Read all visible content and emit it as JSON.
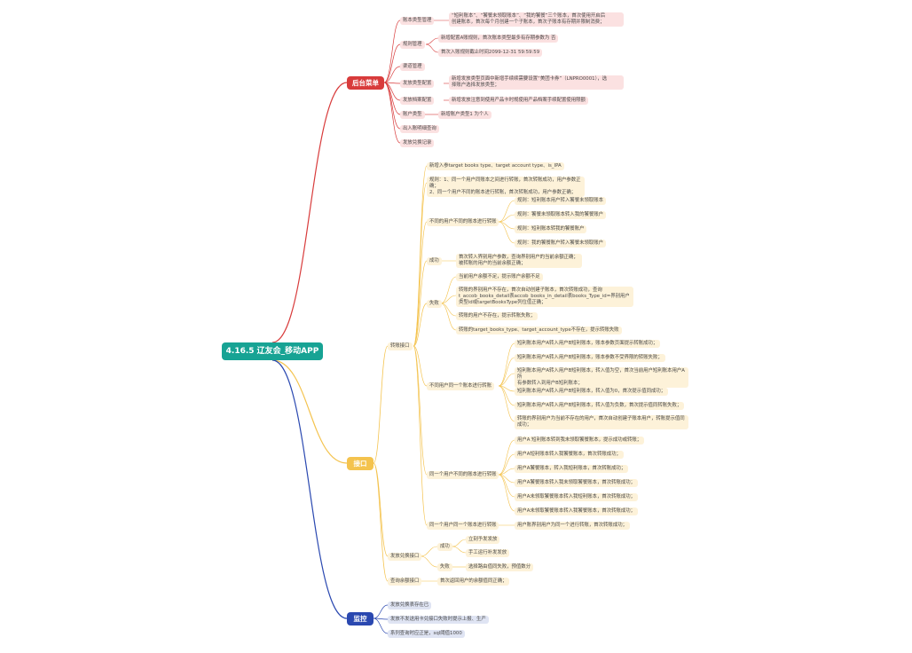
{
  "root": "4.16.5 辽友会_移动APP",
  "colors": {
    "backend": "#d83b3b",
    "api": "#f4c34e",
    "monitor": "#2a48b0",
    "root": "#17a394"
  },
  "backend": {
    "title": "后台菜单",
    "items": [
      {
        "label": "账本类型管理",
        "children": [
          "“短利账本”、“饕餮未领取账本”、“我的饕餮”三个账本，首次使用开启后",
          "创建账本，首次每个月创建一个子账本，首次子账本有存期并限制消费；"
        ]
      },
      {
        "label": "规则管理",
        "children": [
          "新增配置A账规则，首次账本类型最多有存期参数为 否",
          "首次入账规则截止时间2099-12-31 59:59:59"
        ]
      },
      {
        "label": "渠道管理",
        "children": []
      },
      {
        "label": "发放类型配置",
        "children": [
          "新增发放类型页面中新增手续续需要设置“美团卡券”（LNPRO0001），选",
          "择账户选择发放类型；"
        ]
      },
      {
        "label": "发放档案配置",
        "children": [
          "新增发放注意到使用产品卡时规使用产品档案手续配置使用限额"
        ]
      },
      {
        "label": "账户类型",
        "children": [
          "新增账户类型1 为个人"
        ]
      },
      {
        "label": "出入账明细查询",
        "children": []
      },
      {
        "label": "发放兑换记录",
        "children": []
      }
    ]
  },
  "api": {
    "title": "接口",
    "transfer": {
      "label": "转账接口",
      "params": "新增入参target books type、target account type、is_IPA",
      "rules": [
        "规则：1、同一个用户同账本之间进行转账，首次转账成功，用户参数正确；",
        "2、同一个用户不同的账本进行转账，首次转账成功，用户参数正确；"
      ],
      "diffUserDiffBook": {
        "label": "不同的用户不同的账本进行转账",
        "items": [
          "规则：短利账本用户转入饕餮未领取账本",
          "规则：饕餮未领取账本转入我的饕餮账户",
          "规则：短利账本转我的饕餮账户",
          "规则：我的饕餮账户转入饕餮未领取账户"
        ]
      },
      "success": {
        "label": "成功",
        "text": [
          "首次转入界别用户参数，查询界别用户的当前余额正确；",
          "被转账的用户的当前余额正确；"
        ]
      },
      "fail": {
        "label": "失败",
        "items": [
          [
            "当前用户余额不足，提示账户余额不足"
          ],
          [
            "转账的界别用户不存在，首次自动创建子账本，首次转账成功，查询",
            "t_accob_books_detail表accob_books_in_detail表books_Type_id=界别用户",
            "类型id或targetBooksType列位值正确；"
          ],
          [
            "转账的用户不存在，提示转账失败；"
          ],
          [
            "转账的target_books_type、target_account_type不存在，提示转账失败"
          ]
        ]
      },
      "diffUserSameBook": {
        "label": "不同用户同一个账本进行转账",
        "items": [
          [
            "短利账本用户A转入用户B短利账本，账本参数页面提示转账成功；"
          ],
          [
            "短利账本用户A转入用户B短利账本，账本参数不受界限的转账失败；"
          ],
          [
            "短利账本用户A转入用户B短利账本，转入值为空，首次当前用户短利账本用户A所",
            "有参数转入到用户B短利账本；"
          ],
          [
            "短利账本用户A转入用户B短利账本，转入值为0，首次提示值同成功；"
          ],
          [
            "短利账本用户A转入用户B短利账本，转入值为负数，首次提示值同转账失败；"
          ],
          [
            "转账的界别用户为当前不存在的用户，首次自动创建子账本用户，转账提示值同",
            "成功；"
          ]
        ]
      },
      "sameUserDiffBook": {
        "label": "同一个用户不同的账本进行转账",
        "items": [
          "用户A 短利账本转到我未领取饕餮账本，提示成功或转账；",
          "用户A短利账本转入我饕餮账本，首次转账成功；",
          "用户A饕餮账本，转入我短利账本，首次转账成功；",
          "用户A饕餮账本转入我未领取饕餮账本，首次转账成功；",
          "用户A未领取饕餮账本转入我短利账本，首次转账成功；",
          "用户A未领取饕餮账本转入我饕餮账本，首次转账成功；"
        ]
      },
      "sameUserSameBook": {
        "label": "同一个用户同一个账本进行转账",
        "text": "用户账界别用户为同一个进行转账，首次转账成功；"
      }
    },
    "issue": {
      "label": "发放兑换接口",
      "success": {
        "label": "成功",
        "items": [
          "立刻予发发放",
          "手工运行补发发放"
        ]
      },
      "fail": {
        "label": "失败",
        "items": [
          "选择路由值同失败，预值数分"
        ]
      }
    },
    "query": {
      "label": "查询余额接口",
      "text": "首次返回用户的余额值同正确；"
    }
  },
  "monitor": {
    "title": "监控",
    "items": [
      "发放兑换表存在已",
      "发放不发送用卡兑接口失败时提示上报、生产",
      "系列查询时应正是，sql阈值1000"
    ]
  }
}
